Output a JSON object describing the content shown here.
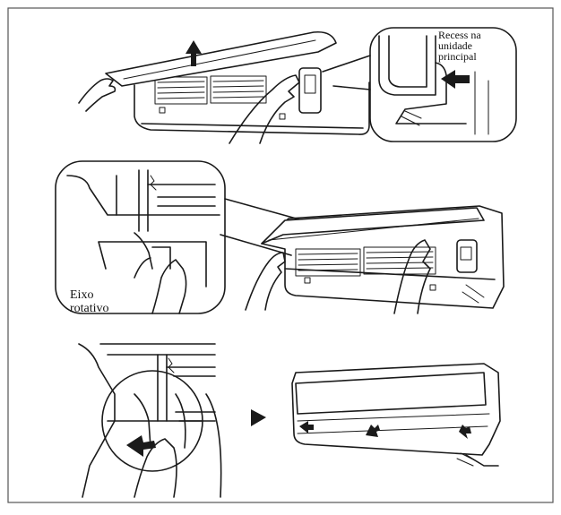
{
  "labels": {
    "recess_line1": "Recess na",
    "recess_line2": "unidade",
    "recess_line3": "principal",
    "axis_line1": "Eixo",
    "axis_line2": "rotativo"
  },
  "colors": {
    "line": "#1a1a1a",
    "background": "#ffffff",
    "frame": "#555555"
  },
  "icons": [
    "up-arrow-icon",
    "left-arrow-icon",
    "right-triangle-icon",
    "down-arrow-icon"
  ]
}
